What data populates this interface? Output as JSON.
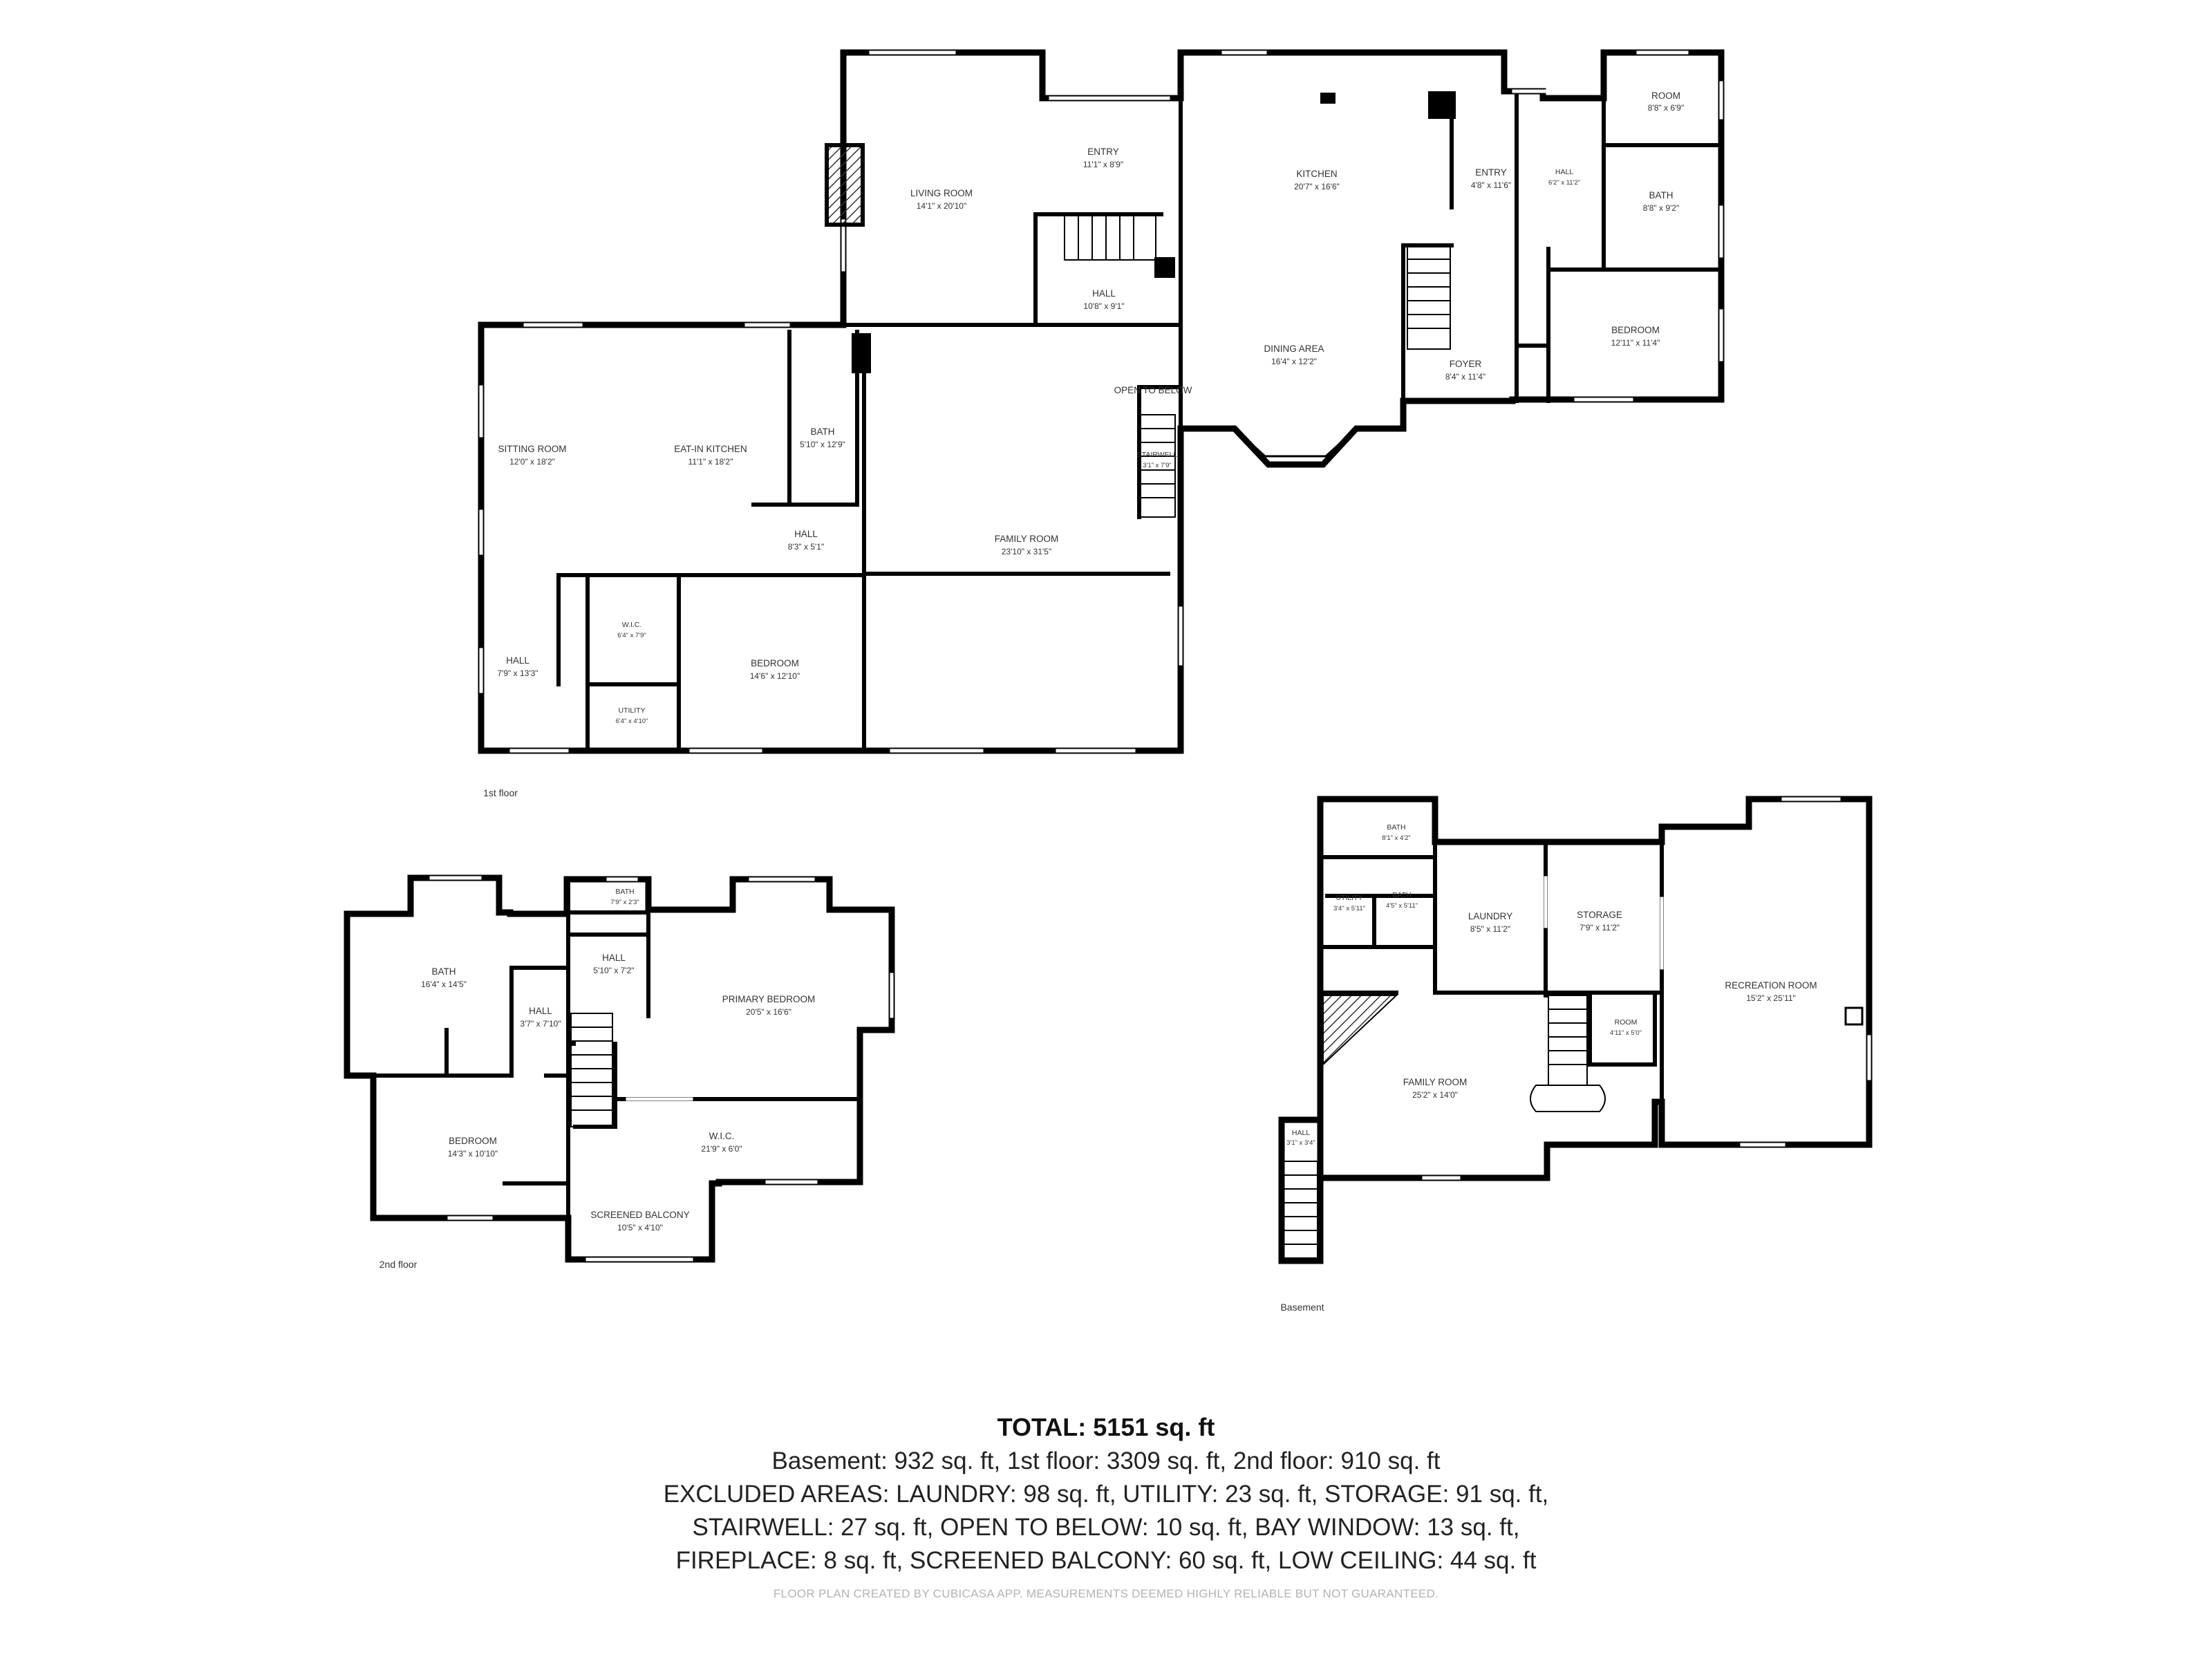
{
  "floors": {
    "first": "1st floor",
    "second": "2nd floor",
    "basement": "Basement"
  },
  "rooms": {
    "living_room": {
      "name": "LIVING ROOM",
      "dim": "14'1\" x 20'10\""
    },
    "entry_1": {
      "name": "ENTRY",
      "dim": "11'1\" x 8'9\""
    },
    "kitchen": {
      "name": "KITCHEN",
      "dim": "20'7\" x 16'6\""
    },
    "entry_2": {
      "name": "ENTRY",
      "dim": "4'8\" x 11'6\""
    },
    "hall_east": {
      "name": "HALL",
      "dim": "6'2\" x 11'2\""
    },
    "room_ne": {
      "name": "ROOM",
      "dim": "8'8\" x 6'9\""
    },
    "bath_ne": {
      "name": "BATH",
      "dim": "8'8\" x 9'2\""
    },
    "bedroom_east": {
      "name": "BEDROOM",
      "dim": "12'11\" x 11'4\""
    },
    "hall_center": {
      "name": "HALL",
      "dim": "10'8\" x 9'1\""
    },
    "dining_area": {
      "name": "DINING AREA",
      "dim": "16'4\" x 12'2\""
    },
    "foyer": {
      "name": "FOYER",
      "dim": "8'4\" x 11'4\""
    },
    "open_to_below": {
      "name": "OPEN TO BELOW"
    },
    "stairwell": {
      "name": "STAIRWELL",
      "dim": "3'1\" x 7'9\""
    },
    "sitting_room": {
      "name": "SITTING ROOM",
      "dim": "12'0\" x 18'2\""
    },
    "eatin_kitchen": {
      "name": "EAT-IN KITCHEN",
      "dim": "11'1\" x 18'2\""
    },
    "bath_1f": {
      "name": "BATH",
      "dim": "5'10\" x 12'9\""
    },
    "hall_1f_small": {
      "name": "HALL",
      "dim": "8'3\" x 5'1\""
    },
    "family_room_1f": {
      "name": "FAMILY ROOM",
      "dim": "23'10\" x 31'5\""
    },
    "wic_1f": {
      "name": "W.I.C.",
      "dim": "6'4\" x 7'9\""
    },
    "bedroom_1f": {
      "name": "BEDROOM",
      "dim": "14'6\" x 12'10\""
    },
    "hall_1f_west": {
      "name": "HALL",
      "dim": "7'9\" x 13'3\""
    },
    "utility_1f": {
      "name": "UTILITY",
      "dim": "6'4\" x 4'10\""
    },
    "bath_2f_big": {
      "name": "BATH",
      "dim": "16'4\" x 14'5\""
    },
    "hall_2f_small": {
      "name": "HALL",
      "dim": "3'7\" x 7'10\""
    },
    "bath_2f_small": {
      "name": "BATH",
      "dim": "7'9\" x 2'3\""
    },
    "hall_2f": {
      "name": "HALL",
      "dim": "5'10\" x 7'2\""
    },
    "primary_bedroom": {
      "name": "PRIMARY BEDROOM",
      "dim": "20'5\" x 16'6\""
    },
    "bedroom_2f": {
      "name": "BEDROOM",
      "dim": "14'3\" x 10'10\""
    },
    "wic_2f": {
      "name": "W.I.C.",
      "dim": "21'9\" x 6'0\""
    },
    "screened_balcony": {
      "name": "SCREENED BALCONY",
      "dim": "10'5\" x 4'10\""
    },
    "bath_bs_1": {
      "name": "BATH",
      "dim": "8'1\" x 4'2\""
    },
    "utility_bs": {
      "name": "UTILITY",
      "dim": "3'4\" x 5'11\""
    },
    "bath_bs_2": {
      "name": "BATH",
      "dim": "4'5\" x 5'11\""
    },
    "laundry": {
      "name": "LAUNDRY",
      "dim": "8'5\" x 11'2\""
    },
    "storage": {
      "name": "STORAGE",
      "dim": "7'9\" x 11'2\""
    },
    "recreation_room": {
      "name": "RECREATION ROOM",
      "dim": "15'2\" x 25'11\""
    },
    "room_bs": {
      "name": "ROOM",
      "dim": "4'11\" x 5'0\""
    },
    "family_room_bs": {
      "name": "FAMILY ROOM",
      "dim": "25'2\" x 14'0\""
    },
    "hall_bs": {
      "name": "HALL",
      "dim": "3'1\" x 3'4\""
    }
  },
  "summary": {
    "total": "TOTAL: 5151 sq. ft",
    "line1": "Basement: 932 sq. ft, 1st floor: 3309 sq. ft, 2nd floor: 910 sq. ft",
    "line2": "EXCLUDED AREAS: LAUNDRY: 98 sq. ft, UTILITY: 23 sq. ft, STORAGE: 91 sq. ft,",
    "line3": "STAIRWELL: 27 sq. ft, OPEN TO BELOW: 10 sq. ft, BAY WINDOW: 13 sq. ft,",
    "line4": "FIREPLACE: 8 sq. ft, SCREENED BALCONY: 60 sq. ft, LOW CEILING: 44 sq. ft",
    "disclaimer": "FLOOR PLAN CREATED BY CUBICASA APP. MEASUREMENTS DEEMED HIGHLY RELIABLE BUT NOT GUARANTEED."
  }
}
